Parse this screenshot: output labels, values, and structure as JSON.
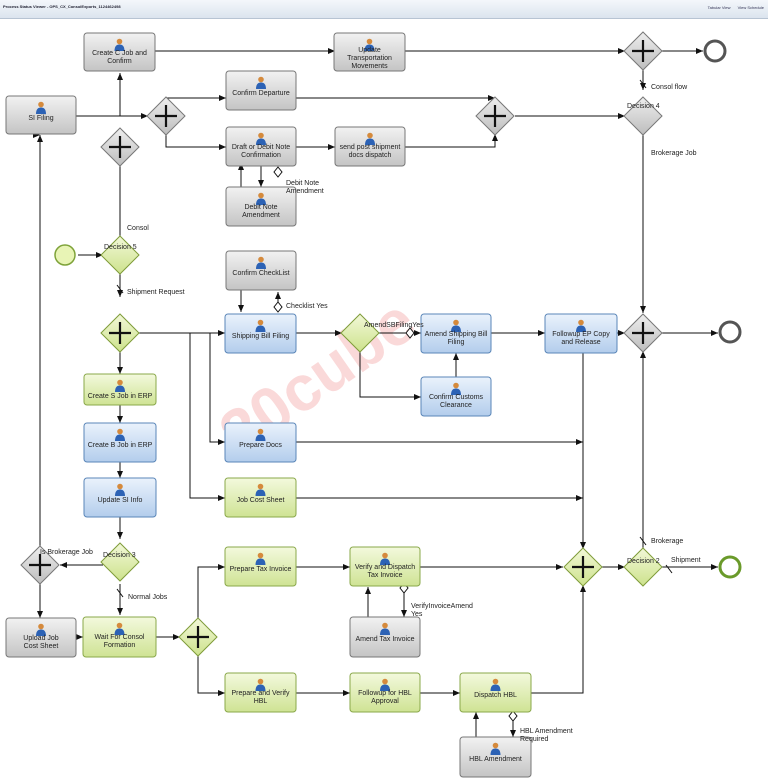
{
  "header": {
    "title": "Process Status Viewer - OPS_CX_ConsolExports_1124462498",
    "links": [
      "Tabular View",
      "View Schedule"
    ]
  },
  "watermark": "20cube",
  "colors": {
    "gray_task": "#d6d6d6",
    "green_task": "#ddebb2",
    "blue_task": "#c9dcf2",
    "gateway_gray": "#d0d0d0",
    "gateway_green": "#dfeeb0"
  },
  "tasks": {
    "create_c_job": [
      "Create C Job and",
      "Confirm"
    ],
    "update_transport": [
      "Update",
      "Transportation",
      "Movements"
    ],
    "si_filing": [
      "SI Filing"
    ],
    "confirm_departure": [
      "Confirm Departure"
    ],
    "draft_debit": [
      "Draft or Debit Note",
      "Confirmation"
    ],
    "send_post": [
      "send post shipment",
      "docs dispatch"
    ],
    "debit_amend": [
      "Debit Note",
      "Amendment"
    ],
    "confirm_checklist": [
      "Confirm CheckList"
    ],
    "shipping_bill": [
      "Shipping Bill Filing"
    ],
    "amend_sb": [
      "Amend Shipping Bill",
      "Filing"
    ],
    "followup_ep": [
      "Followup EP Copy",
      "and Release"
    ],
    "confirm_customs": [
      "Confirm Customs",
      "Clearance"
    ],
    "create_s_job": [
      "Create S Job in ERP"
    ],
    "create_b_job": [
      "Create B Job in ERP"
    ],
    "update_si": [
      "Update SI Info"
    ],
    "prepare_docs": [
      "Prepare Docs"
    ],
    "job_cost": [
      "Job Cost Sheet"
    ],
    "prepare_tax": [
      "Prepare Tax Invoice"
    ],
    "verify_tax": [
      "Verify and Dispatch",
      "Tax Invoice"
    ],
    "amend_tax": [
      "Amend Tax Invoice"
    ],
    "upload_cost": [
      "Upload Job",
      "Cost Sheet"
    ],
    "wait_consol": [
      "Wait For Consol",
      "Formation"
    ],
    "prepare_hbl": [
      "Prepare and Verify",
      "HBL"
    ],
    "followup_hbl": [
      "Followup for HBL",
      "Approval"
    ],
    "dispatch_hbl": [
      "Dispatch HBL"
    ],
    "hbl_amend": [
      "HBL Amendment"
    ]
  },
  "gateway_labels": {
    "decision4": "Decision 4",
    "decision5": "Decision 5",
    "decision3": "Decision 3",
    "decision2": "Decision 2"
  },
  "flow_labels": {
    "consol_flow": "Consol flow",
    "brokerage_job_1": "Brokerage Job",
    "consol": "Consol",
    "debit_note_amendment": [
      "Debit Note",
      "Amendment"
    ],
    "shipment_request": "Shipment Request",
    "checklist_yes": "Checklist Yes",
    "amend_sb_filing_yes": "AmendSBFilingYes",
    "is_brokerage_job": "Is Brokerage Job",
    "normal_jobs": "Normal Jobs",
    "brokerage": "Brokerage",
    "shipment": "Shipment",
    "verify_invoice_amend": [
      "VerifyInvoiceAmend",
      "Yes"
    ],
    "hbl_amend_required": [
      "HBL Amendment",
      "Required"
    ]
  }
}
